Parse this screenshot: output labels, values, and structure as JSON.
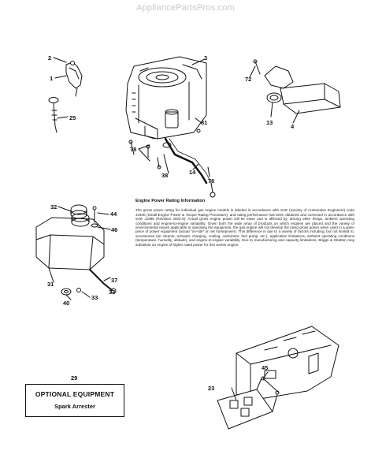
{
  "watermark": "AppliancePartsPros.com",
  "callouts": {
    "c1": "1",
    "c2": "2",
    "c3": "3",
    "c4": "4",
    "c13": "13",
    "c14": "14",
    "c23": "23",
    "c25": "25",
    "c29": "29",
    "c31": "31",
    "c32": "32",
    "c33a": "33",
    "c33b": "33",
    "c37": "37",
    "c38": "38",
    "c40": "40",
    "c44": "44",
    "c45": "45",
    "c46": "46",
    "c72": "72",
    "c76": "76",
    "c78": "78",
    "c81": "81"
  },
  "info": {
    "title": "Engine Power Rating Information",
    "body": "The gross power rating for individual gas engine models is labeled in accordance with SAE (Society of Automotive Engineers) code J1940 (Small Engine Power & Torque Rating Procedure), and rating performance has been obtained and corrected in accordance with SAE J1995 (Revision 2002-5). Actual gross engine power will be lower and is affected by, among other things, ambient operating conditions and engine-to-engine variability. Given both the wide array of products on which engines are placed and the variety of environmental issues applicable to operating the equipment, the gas engine will not develop the rated gross power when used in a given piece of power equipment (actual \"on-site\" or net horsepower). This difference is due to a variety of factors including, but not limited to, accessories (air cleaner, exhaust, charging, cooling, carburetor, fuel pump, etc.), application limitations, ambient operating conditions (temperature, humidity, altitude), and engine-to-engine variability. Due to manufacturing and capacity limitations, Briggs & Stratton may substitute an engine of higher rated power for this Series engine."
  },
  "optional": {
    "title": "OPTIONAL EQUIPMENT",
    "item": "Spark Arrester"
  }
}
